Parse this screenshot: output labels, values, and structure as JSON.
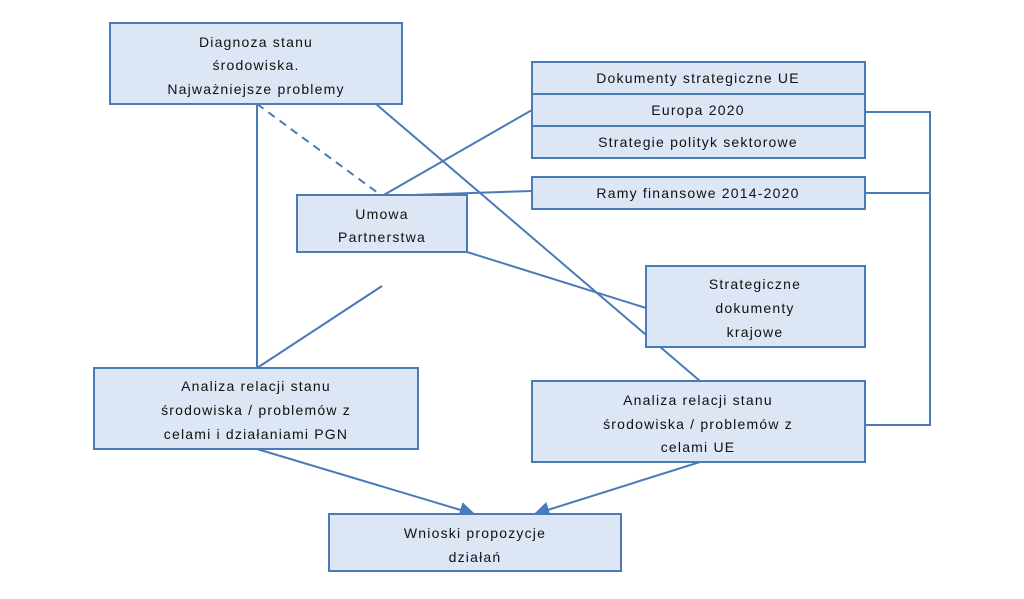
{
  "diagram": {
    "nodes": {
      "diagnoza": {
        "lines": [
          "Diagnoza stanu",
          "środowiska.",
          "Najważniejsze problemy"
        ]
      },
      "dokumenty_ue": {
        "line": "Dokumenty strategiczne UE"
      },
      "europa2020": {
        "line": "Europa 2020"
      },
      "strategie_sektorowe": {
        "line": "Strategie polityk sektorowe"
      },
      "ramy_finansowe": {
        "line": "Ramy finansowe 2014-2020"
      },
      "umowa_partnerstwa": {
        "lines": [
          "Umowa",
          "Partnerstwa"
        ]
      },
      "strategiczne_krajowe": {
        "lines": [
          "Strategiczne",
          "dokumenty",
          "krajowe"
        ]
      },
      "analiza_pgn": {
        "lines": [
          "Analiza relacji stanu",
          "środowiska / problemów z",
          "celami i działaniami PGN"
        ]
      },
      "analiza_ue": {
        "lines": [
          "Analiza relacji stanu",
          "środowiska / problemów z",
          "celami UE"
        ]
      },
      "wnioski": {
        "lines": [
          "Wnioski propozycje",
          "działań"
        ]
      }
    },
    "colors": {
      "box_fill": "#dce6f5",
      "line": "#4a7ab8",
      "text": "#111111"
    }
  }
}
